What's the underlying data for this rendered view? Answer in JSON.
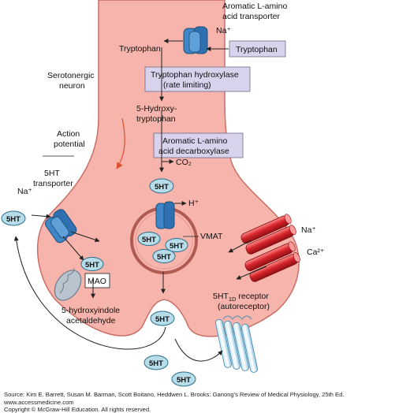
{
  "labels": {
    "transporter_title_1": "Aromatic L-amino",
    "transporter_title_2": "acid transporter",
    "na_top": "Na⁺",
    "tryptophan_in": "Tryptophan",
    "tryptophan_out_box": "Tryptophan",
    "neuron_1": "Serotonergic",
    "neuron_2": "neuron",
    "hydroxylase_1": "Tryptophan hydroxylase",
    "hydroxylase_2": "(rate limiting)",
    "five_htp_1": "5-Hydroxy-",
    "five_htp_2": "tryptophan",
    "decarboxylase_1": "Aromatic L-amino",
    "decarboxylase_2": "acid decarboxylase",
    "co2": "CO₂",
    "action_1": "Action",
    "action_2": "potential",
    "sert_1": "5HT",
    "sert_2": "transporter",
    "na_left": "Na⁺",
    "h_plus": "H⁺",
    "vmat": "VMAT",
    "na_right": "Na⁺",
    "ca_right": "Ca²⁺",
    "mao": "MAO",
    "aldehyde_1": "5-hydroxyindole",
    "aldehyde_2": "acetaldehyde",
    "receptor_1a": "5HT",
    "receptor_1sub": "1D",
    "receptor_1b": " receptor",
    "receptor_2": "(autoreceptor)",
    "ht": "5HT"
  },
  "footer": {
    "source": "Source: Kim E. Barrett, Susan M. Barman, Scott Boitano, Heddwen L. Brooks: Ganong's Review of Medical Physiology, 25th Ed.",
    "website": "www.accessmedicine.com",
    "copyright": "Copyright © McGraw-Hill Education.  All rights reserved."
  },
  "colors": {
    "neuron_fill": "#f6b4ac",
    "neuron_stroke": "#c96f66",
    "transporter_blue": "#3f86c6",
    "channel_red": "#d6242a",
    "box_lavender": "#d9d2ec",
    "serotonin_fill": "#b7dcea"
  }
}
